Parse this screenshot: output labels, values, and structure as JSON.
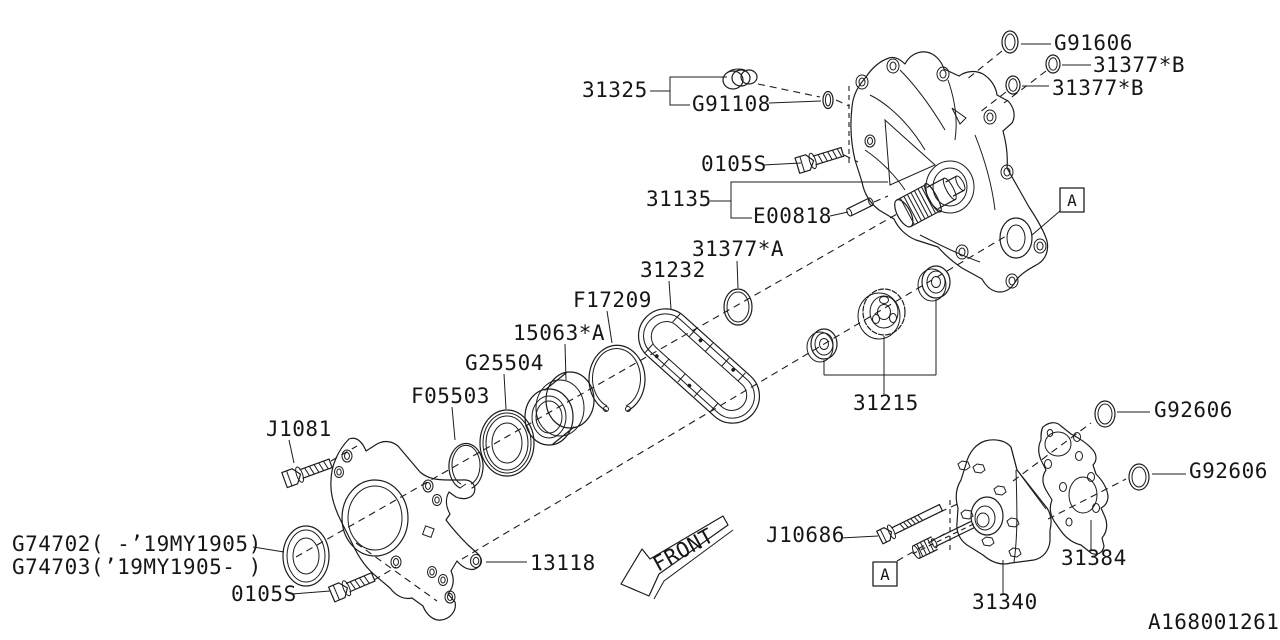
{
  "diagram": {
    "title_hidden": "",
    "drawing_number": "A168001261",
    "front_label": "FRONT",
    "detail_marker": "A",
    "colors": {
      "line": "#1c1c1c",
      "background": "#ffffff"
    },
    "labels": {
      "l31325": "31325",
      "g91108": "G91108",
      "o0105s_top": "0105S",
      "l31135": "31135",
      "e00818": "E00818",
      "g91606": "G91606",
      "l31377b_1": "31377*B",
      "l31377b_2": "31377*B",
      "l31377a": "31377*A",
      "l31232": "31232",
      "f17209": "F17209",
      "l15063a": "15063*A",
      "g25504": "G25504",
      "f05503": "F05503",
      "j1081": "J1081",
      "g74702": "G74702( -’19MY1905)",
      "g74703": "G74703(’19MY1905- )",
      "o0105s_bottom": "0105S",
      "l13118": "13118",
      "l31215": "31215",
      "j10686": "J10686",
      "l31340": "31340",
      "l31384": "31384",
      "g92606_1": "G92606",
      "g92606_2": "G92606"
    }
  }
}
